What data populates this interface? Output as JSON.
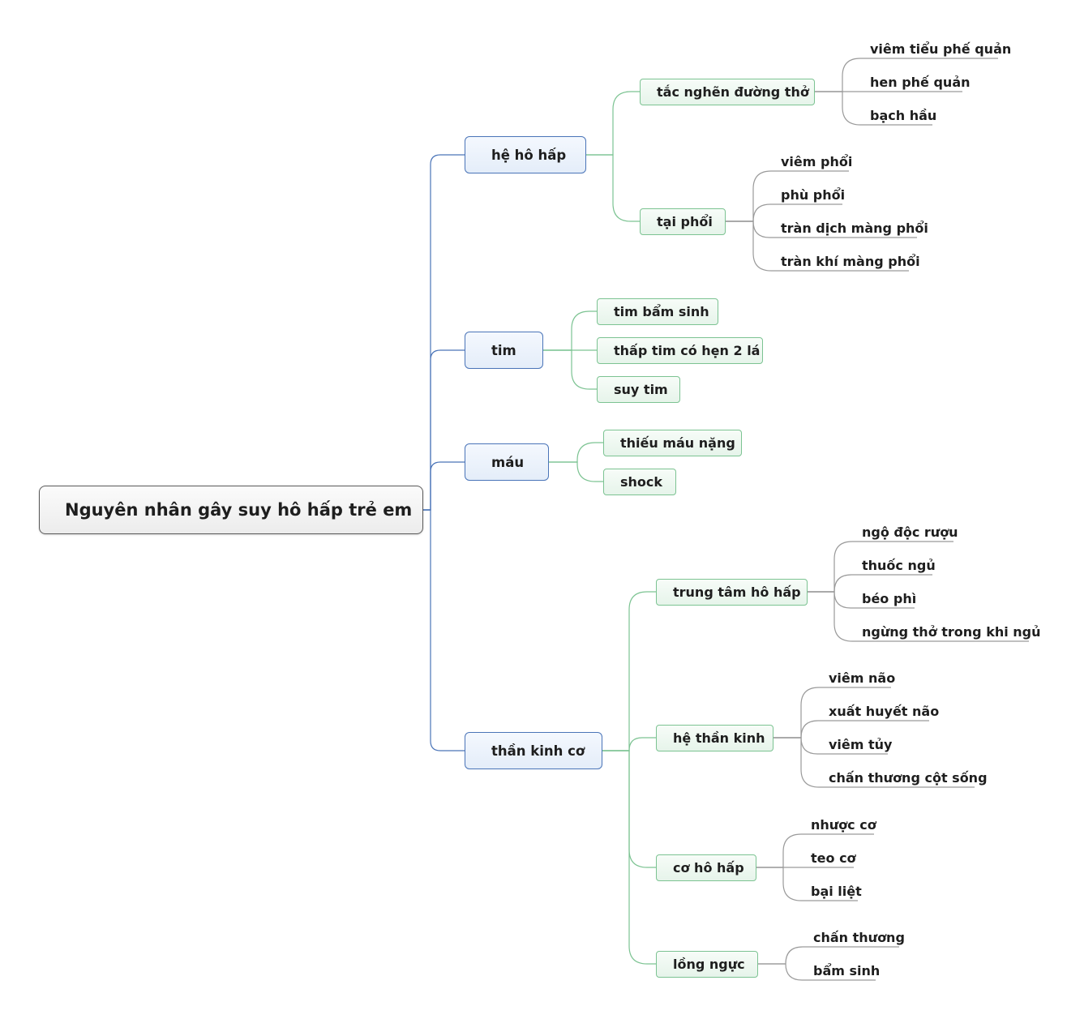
{
  "mindmap": {
    "root": {
      "label": "Nguyên nhân gây suy hô hấp trẻ em"
    },
    "branches": [
      {
        "label": "hệ hô hấp",
        "children": [
          {
            "label": "tắc nghẽn đường thở",
            "children": [
              "viêm tiểu phế quản",
              "hen phế quản",
              "bạch hầu"
            ]
          },
          {
            "label": "tại phổi",
            "children": [
              "viêm phổi",
              "phù phổi",
              "tràn dịch màng phổi",
              "tràn khí màng phổi"
            ]
          }
        ]
      },
      {
        "label": "tim",
        "children": [
          {
            "label": "tim bẩm sinh",
            "children": []
          },
          {
            "label": "thấp tim có hẹn 2 lá",
            "children": []
          },
          {
            "label": "suy tim",
            "children": []
          }
        ]
      },
      {
        "label": "máu",
        "children": [
          {
            "label": "thiếu máu nặng",
            "children": []
          },
          {
            "label": "shock",
            "children": []
          }
        ]
      },
      {
        "label": "thần kinh cơ",
        "children": [
          {
            "label": "trung tâm hô hấp",
            "children": [
              "ngộ độc rượu",
              "thuốc ngủ",
              "béo phì",
              "ngừng thở trong khi ngủ"
            ]
          },
          {
            "label": "hệ thần kinh",
            "children": [
              "viêm não",
              "xuất huyết não",
              "viêm tủy",
              "chấn thương cột sống"
            ]
          },
          {
            "label": "cơ hô hấp",
            "children": [
              "nhược cơ",
              "teo cơ",
              "bại liệt"
            ]
          },
          {
            "label": "lồng ngực",
            "children": [
              "chấn thương",
              "bẩm sinh"
            ]
          }
        ]
      }
    ]
  },
  "colors": {
    "root_border": "#5a5a5a",
    "branch_line": "#4a74b8",
    "sub_line": "#7cc392",
    "leaf_line": "#9a9a9a"
  }
}
